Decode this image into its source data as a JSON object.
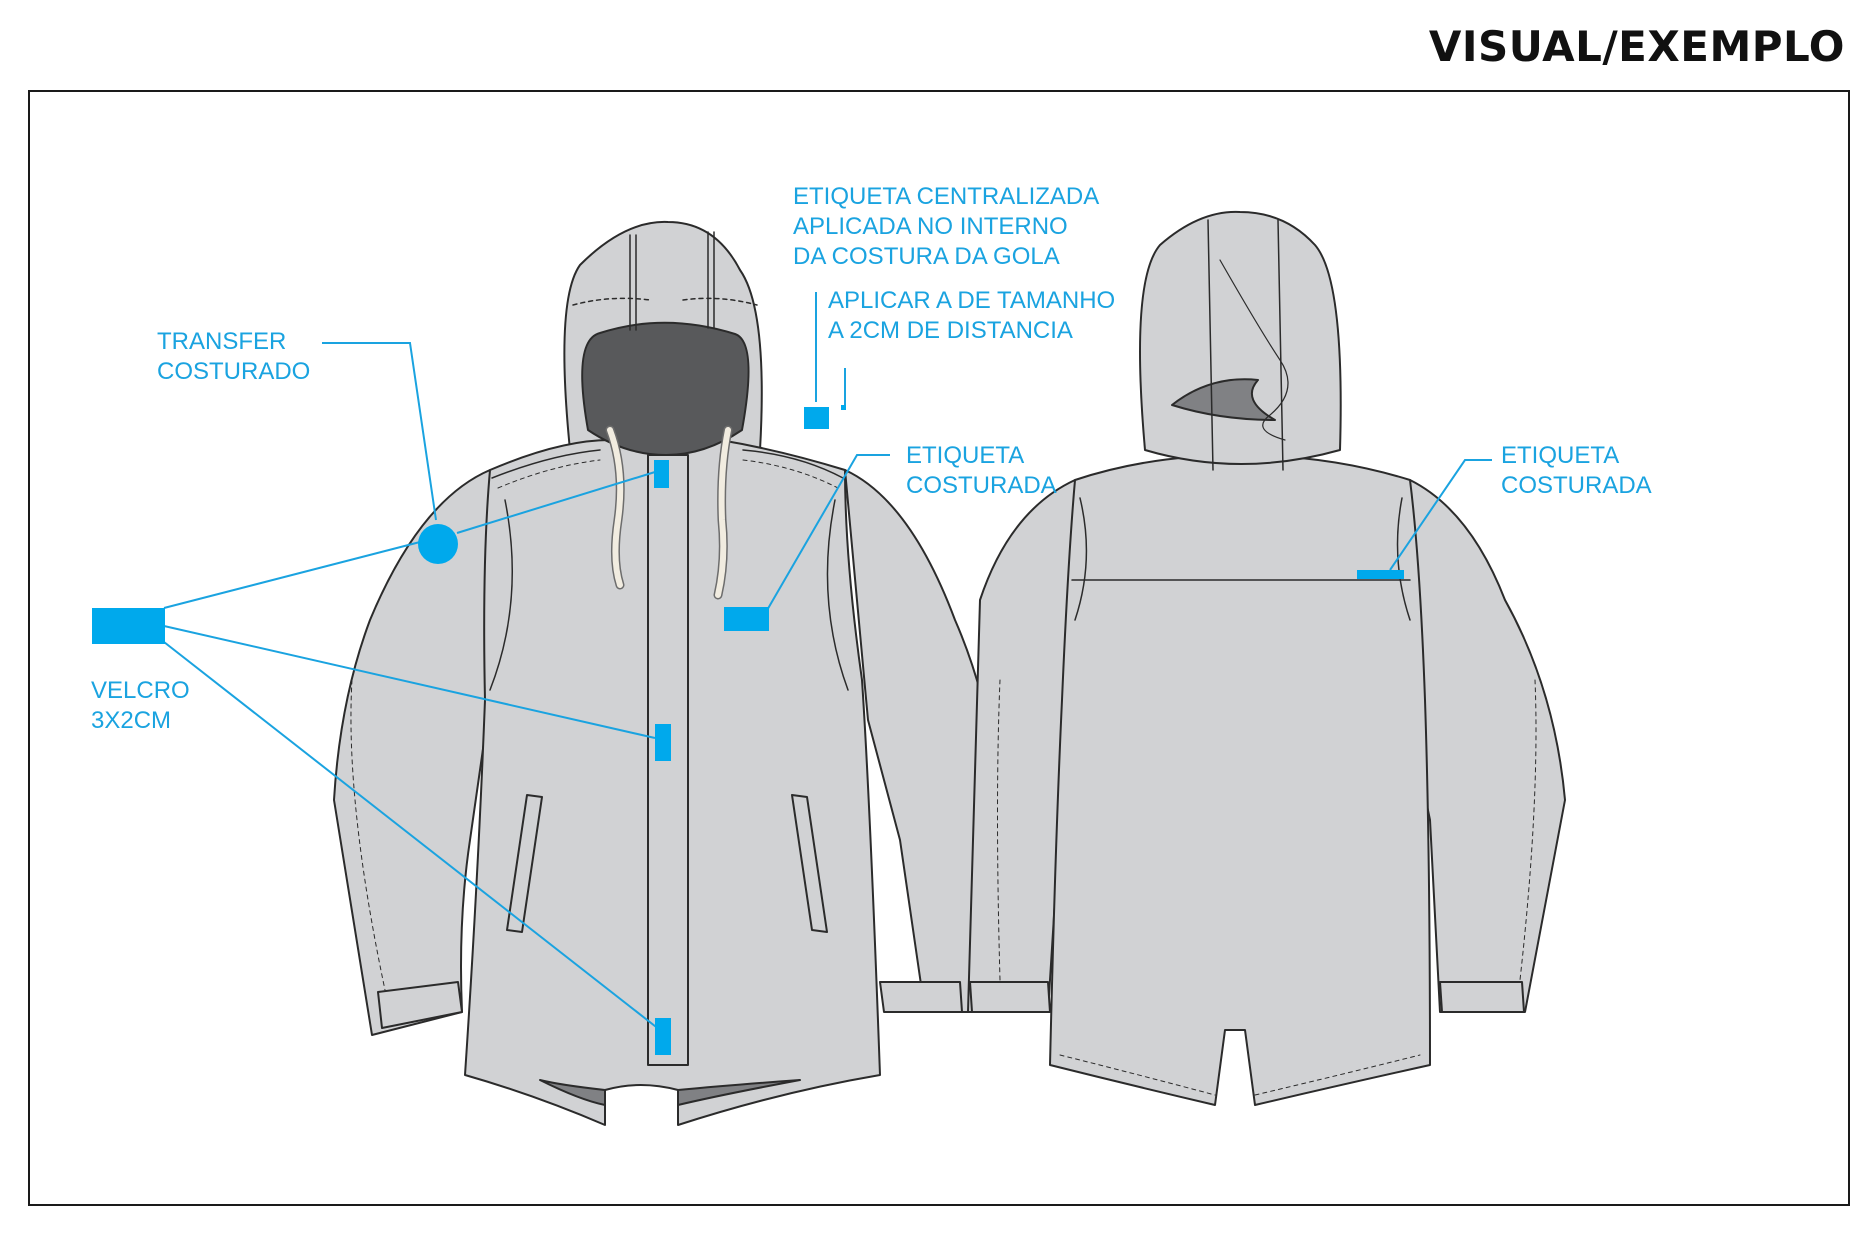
{
  "page": {
    "title": "VISUAL/EXEMPLO"
  },
  "colors": {
    "accent": "#1aa3e0",
    "garment_fill": "#d1d2d4",
    "garment_outline": "#2b2b2b",
    "lining_dark": "#58595b",
    "lining_mid": "#808184",
    "drawcord": "#f1ece0"
  },
  "annotations": {
    "transfer": {
      "line1": "TRANSFER",
      "line2": "COSTURADO"
    },
    "velcro": {
      "line1": "VELCRO",
      "line2": "3X2CM"
    },
    "neck_label": {
      "line1": "ETIQUETA CENTRALIZADA",
      "line2": "APLICADA NO INTERNO",
      "line3": "DA COSTURA DA GOLA"
    },
    "size_label": {
      "line1": "APLICAR A DE TAMANHO",
      "line2": "A 2CM DE DISTANCIA"
    },
    "front_label": {
      "line1": "ETIQUETA",
      "line2": "COSTURADA"
    },
    "back_label": {
      "line1": "ETIQUETA",
      "line2": "COSTURADA"
    }
  }
}
